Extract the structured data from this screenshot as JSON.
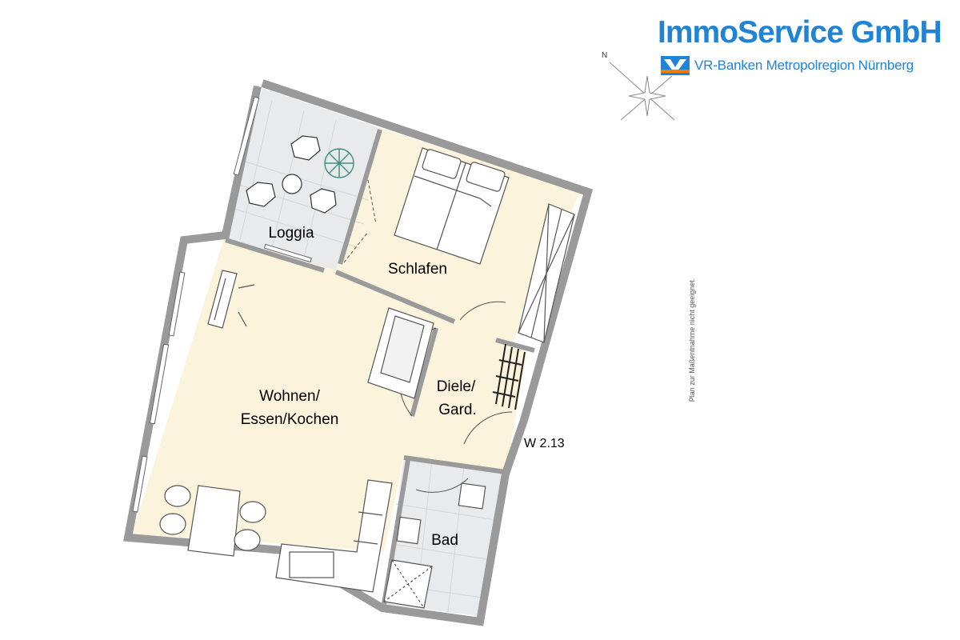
{
  "header": {
    "brand_title": "ImmoService GmbH",
    "brand_subtitle": "VR-Banken Metropolregion Nürnberg",
    "brand_color": "#1f83d6",
    "accent_color": "#ef7d00",
    "logo_icon": "vr-bank-logo-icon"
  },
  "compass": {
    "north_label": "N",
    "icon": "compass-rose-icon"
  },
  "disclaimer": "Plan zur Maßentnahme nicht geeignet.",
  "unit": {
    "label": "W 2.13"
  },
  "rooms": {
    "loggia": "Loggia",
    "bedroom": "Schlafen",
    "living_line1": "Wohnen/",
    "living_line2": "Essen/Kochen",
    "hall_line1": "Diele/",
    "hall_line2": "Gard.",
    "bathroom": "Bad"
  },
  "colors": {
    "floor": "#fbf3dc",
    "tile": "#e9eaec",
    "wall": "#9a9a9a",
    "furniture": "#ffffff",
    "plant": "#3e8f80"
  }
}
